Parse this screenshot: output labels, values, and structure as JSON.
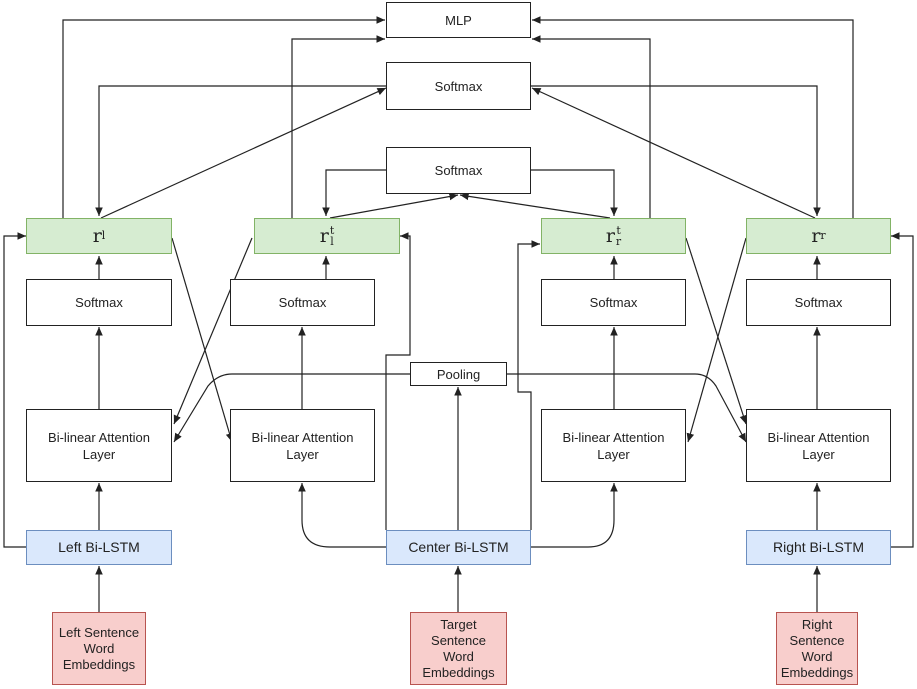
{
  "mlp": "MLP",
  "softmax_top": "Softmax",
  "softmax_mid": "Softmax",
  "r_left": {
    "base": "r",
    "sup": "l"
  },
  "r_tl": {
    "base": "r",
    "sup": "t",
    "sub": "l"
  },
  "r_tr": {
    "base": "r",
    "sup": "t",
    "sub": "r"
  },
  "r_right": {
    "base": "r",
    "sup": "r"
  },
  "softmax_row": [
    "Softmax",
    "Softmax",
    "Softmax",
    "Softmax"
  ],
  "pooling": "Pooling",
  "attention": [
    "Bi-linear Attention Layer",
    "Bi-linear Attention Layer",
    "Bi-linear Attention Layer",
    "Bi-linear Attention Layer"
  ],
  "lstm": {
    "left": "Left Bi-LSTM",
    "center": "Center Bi-LSTM",
    "right": "Right Bi-LSTM"
  },
  "embeddings": {
    "left": "Left Sentence Word Embeddings",
    "center": "Target Sentence Word Embeddings",
    "right": "Right Sentence Word Embeddings"
  },
  "colors": {
    "green_fill": "#d6ecd1",
    "green_stroke": "#82b366",
    "blue_fill": "#dae8fc",
    "blue_stroke": "#6c8ebf",
    "red_fill": "#f8cecc",
    "red_stroke": "#b85450"
  }
}
